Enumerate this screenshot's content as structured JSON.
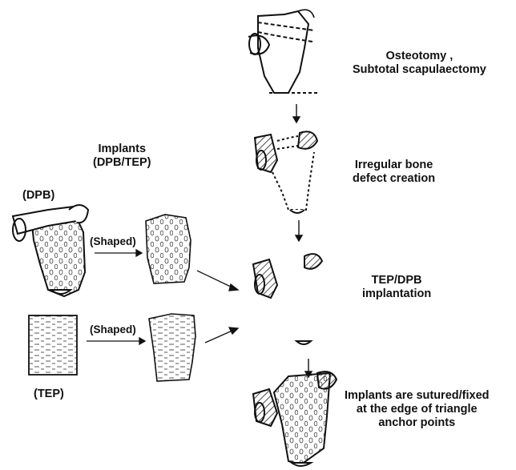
{
  "labels": {
    "osteotomy": [
      "Osteotomy ,",
      "Subtotal scapulaectomy"
    ],
    "defect": [
      "Irregular bone",
      "defect creation"
    ],
    "implants_heading": [
      "Implants",
      "(DPB/TEP)"
    ],
    "dpb": "(DPB)",
    "tep": "(TEP)",
    "shaped_1": "(Shaped)",
    "shaped_2": "(Shaped)",
    "implantation": [
      "TEP/DPB",
      "implantation"
    ],
    "fixed": [
      "Implants are sutured/fixed",
      "at the edge of triangle",
      "anchor points"
    ]
  }
}
